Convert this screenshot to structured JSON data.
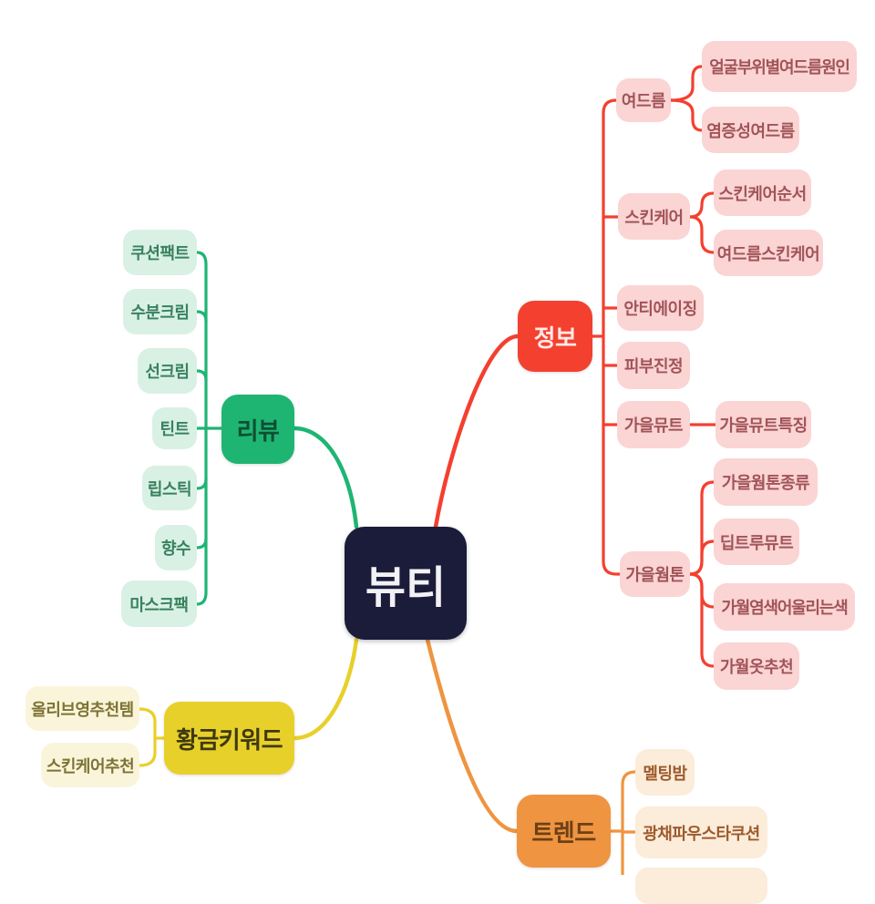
{
  "center": {
    "label": "뷰티"
  },
  "colors": {
    "center_bg": "#1b1c3a",
    "review_green": "#1eb573",
    "info_red": "#f4402f",
    "golden_yellow": "#e8d02b",
    "trend_orange": "#ef9440",
    "mint_child_bg": "#d9f1e4",
    "pink_child_bg": "#fbd4d4",
    "cream_child_bg": "#faf5da",
    "peach_child_bg": "#fcecda"
  },
  "branches": {
    "review": {
      "label": "리뷰",
      "children": [
        "쿠션팩트",
        "수분크림",
        "선크림",
        "틴트",
        "립스틱",
        "향수",
        "마스크팩"
      ]
    },
    "info": {
      "label": "정보",
      "children": [
        {
          "label": "여드름",
          "children": [
            "얼굴부위별여드름원인",
            "염증성여드름"
          ]
        },
        {
          "label": "스킨케어",
          "children": [
            "스킨케어순서",
            "여드름스킨케어"
          ]
        },
        {
          "label": "안티에이징",
          "children": []
        },
        {
          "label": "피부진정",
          "children": []
        },
        {
          "label": "가을뮤트",
          "children": [
            "가을뮤트특징"
          ]
        },
        {
          "label": "가을웜톤",
          "children": [
            "가을웜톤종류",
            "딥트루뮤트",
            "가월염색어울리는색",
            "가월옷추천"
          ]
        }
      ]
    },
    "golden": {
      "label": "황금키워드",
      "children": [
        "올리브영추천템",
        "스킨케어추천"
      ]
    },
    "trend": {
      "label": "트렌드",
      "children": [
        "멜팅밤",
        "광채파우스타쿠션",
        ""
      ]
    }
  }
}
